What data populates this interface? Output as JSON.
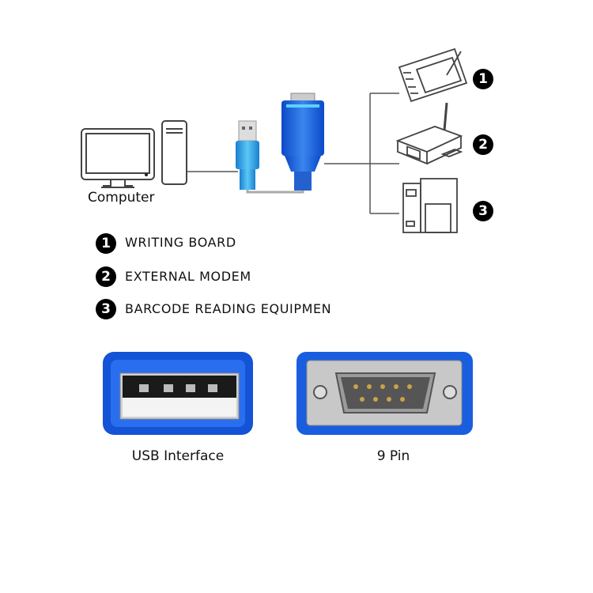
{
  "diagram": {
    "computer_label": "Computer",
    "device_badges": [
      "1",
      "2",
      "3"
    ],
    "legend": [
      {
        "number": "1",
        "label": "WRITING BOARD"
      },
      {
        "number": "2",
        "label": "EXTERNAL MODEM"
      },
      {
        "number": "3",
        "label": "BARCODE READING EQUIPMEN"
      }
    ]
  },
  "photos": {
    "usb_caption": "USB Interface",
    "db9_caption": "9 Pin"
  },
  "colors": {
    "adapter_blue": "#1f5fd6",
    "line": "#555555",
    "badge": "#000000"
  }
}
